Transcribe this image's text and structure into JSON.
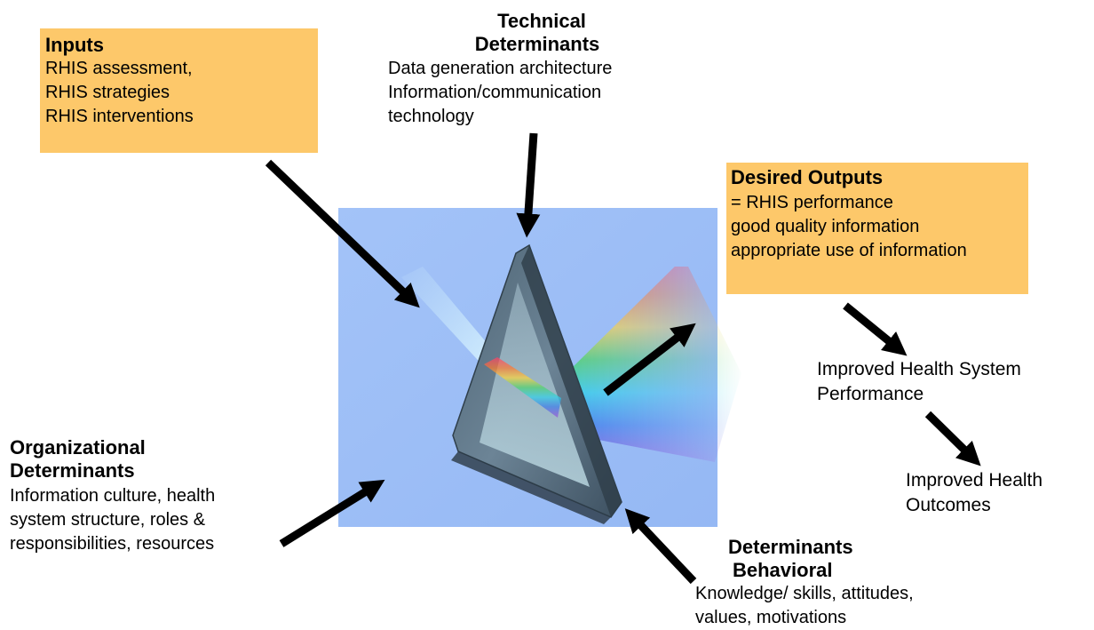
{
  "inputs": {
    "title": "Inputs",
    "lines": [
      "RHIS assessment,",
      "RHIS strategies",
      "RHIS interventions"
    ]
  },
  "technical": {
    "title_line1": "Technical",
    "title_line2": "Determinants",
    "lines": [
      "Data generation architecture",
      "Information/communication",
      "technology"
    ]
  },
  "desired": {
    "title": "Desired Outputs",
    "lines": [
      "= RHIS performance",
      "good quality information",
      "appropriate use of information"
    ]
  },
  "improved_system": {
    "lines": [
      "Improved Health System",
      "Performance"
    ]
  },
  "improved_outcomes": {
    "lines": [
      "Improved Health",
      "Outcomes"
    ]
  },
  "organizational": {
    "title_line1": "Organizational",
    "title_line2": "Determinants",
    "lines": [
      "Information culture, health",
      "system structure, roles &",
      "responsibilities, resources"
    ]
  },
  "behavioral": {
    "title_line1": "Determinants",
    "title_line2": "Behavioral",
    "lines": [
      "Knowledge/ skills, attitudes,",
      "values, motivations"
    ]
  },
  "colors": {
    "box_fill": "#fdc86a",
    "prism_background": "#9fc0f7",
    "arrow": "#000000"
  }
}
